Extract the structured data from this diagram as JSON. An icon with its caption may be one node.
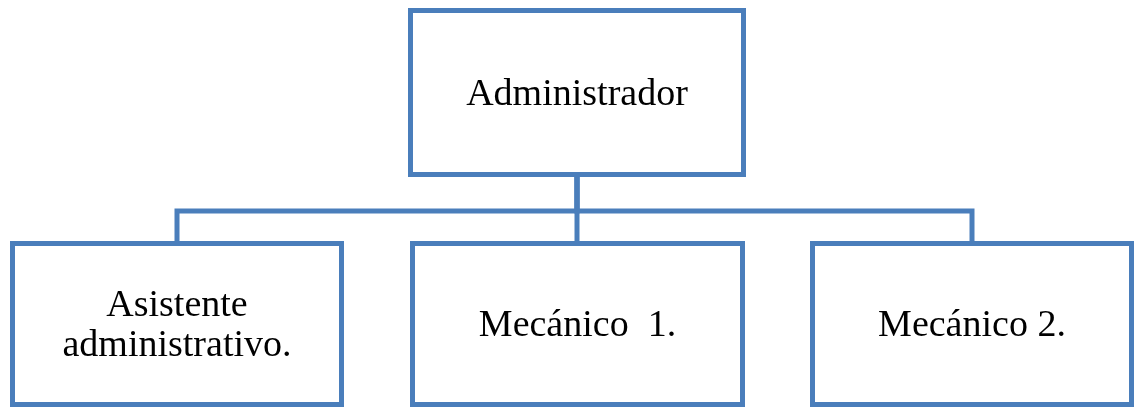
{
  "diagram": {
    "nodes": [
      {
        "text": [
          "Administrador"
        ]
      },
      {
        "text": [
          "Asistente administrativo."
        ]
      },
      {
        "text": [
          "Mecánico  1."
        ]
      },
      {
        "text": [
          "Mecánico 2."
        ]
      }
    ],
    "edges": [
      {
        "from": 0,
        "to": 1,
        "arrow": "none"
      },
      {
        "from": 0,
        "to": 2,
        "arrow": "none"
      },
      {
        "from": 0,
        "to": 3,
        "arrow": "none"
      }
    ]
  }
}
